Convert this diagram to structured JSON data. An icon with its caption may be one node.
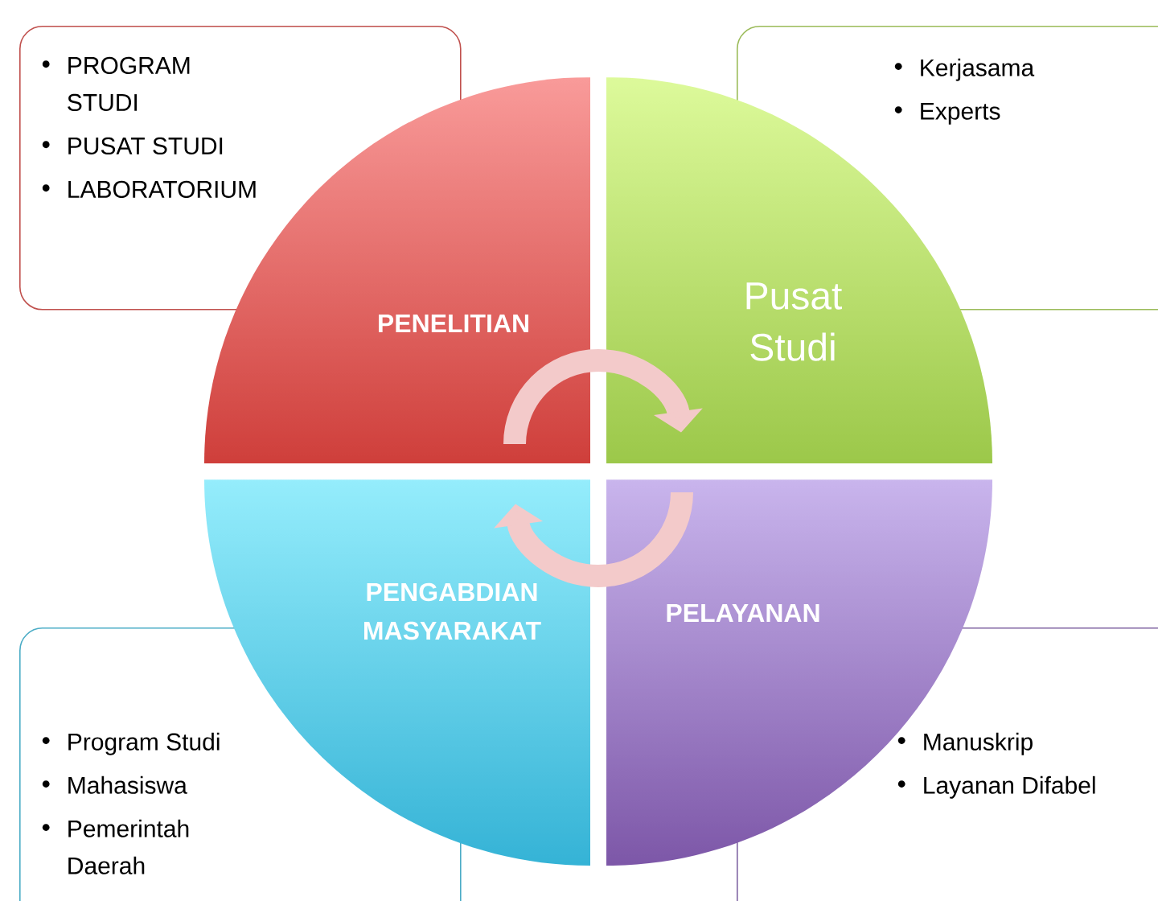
{
  "diagram": {
    "nodes": [
      {
        "text": [
          "PROGRAM STUDI",
          "PUSAT STUDI",
          "LABORATORIUM"
        ]
      },
      {
        "text": [
          "Kerjasama",
          "Experts"
        ]
      },
      {
        "text": [
          "PENELITIAN"
        ]
      },
      {
        "text": [
          "Pusat Studi"
        ]
      },
      {
        "text": [
          "PENGABDIAN MASYARAKAT"
        ]
      },
      {
        "text": [
          "PELAYANAN"
        ]
      },
      {
        "text": [
          "Program Studi",
          "Mahasiswa",
          "Pemerintah Daerah"
        ]
      },
      {
        "text": [
          "Manuskrip",
          "Layanan Difabel"
        ]
      }
    ]
  }
}
